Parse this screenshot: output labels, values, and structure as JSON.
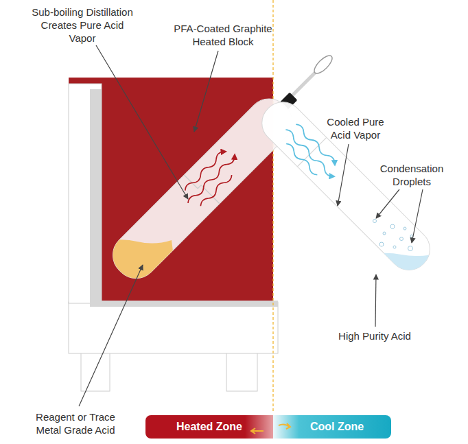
{
  "diagram": {
    "nodes": [
      {
        "text": [
          "Heated Zone"
        ]
      },
      {
        "text": [
          "Cool Zone"
        ]
      }
    ],
    "labels": [
      "Sub-boiling Distillation Creates Pure Acid Vapor",
      "PFA-Coated Graphite Heated Block",
      "Cooled Pure Acid Vapor",
      "Condensation Droplets",
      "High Purity Acid",
      "Reagent or Trace Metal Grade Acid"
    ]
  }
}
